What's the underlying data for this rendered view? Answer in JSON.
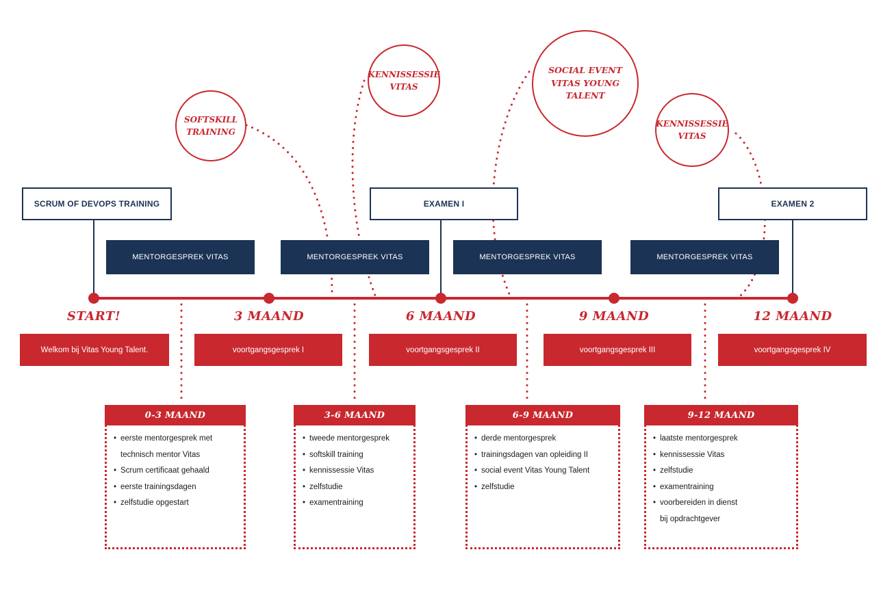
{
  "trainings": {
    "scrum": "SCRUM OF DEVOPS TRAINING",
    "exam1": "EXAMEN I",
    "exam2": "EXAMEN 2"
  },
  "mentor_label": "MENTORGESPREK VITAS",
  "milestones": [
    "START!",
    "3 MAAND",
    "6 MAAND",
    "9 MAAND",
    "12 MAAND"
  ],
  "progress_talks": [
    "Welkom bij Vitas Young Talent.",
    "voortgangsgesprek I",
    "voortgangsgesprek II",
    "voortgangsgesprek III",
    "voortgangsgesprek IV"
  ],
  "events": [
    {
      "line1": "SOFTSKILL",
      "line2": "TRAINING"
    },
    {
      "line1": "KENNISSESSIE",
      "line2": "VITAS"
    },
    {
      "line1": "SOCIAL EVENT",
      "line2": "VITAS YOUNG TALENT"
    },
    {
      "line1": "KENNISSESSIE",
      "line2": "VITAS"
    }
  ],
  "periods": [
    {
      "title": "0-3 MAAND",
      "items": [
        "eerste mentorgesprek met",
        "technisch mentor Vitas",
        "Scrum certificaat gehaald",
        "eerste trainingsdagen",
        "zelfstudie opgestart"
      ]
    },
    {
      "title": "3-6 MAAND",
      "items": [
        "tweede mentorgesprek",
        "softskill training",
        "kennissessie Vitas",
        "zelfstudie",
        "examentraining"
      ]
    },
    {
      "title": "6-9 MAAND",
      "items": [
        "derde mentorgesprek",
        "trainingsdagen van opleiding II",
        "social event Vitas Young Talent",
        "zelfstudie"
      ]
    },
    {
      "title": "9-12 MAAND",
      "items": [
        "laatste mentorgesprek",
        "kennissessie Vitas",
        "zelfstudie",
        "examentraining",
        "voorbereiden in dienst",
        "bij opdrachtgever"
      ]
    }
  ],
  "colors": {
    "red": "#c8282e",
    "navy": "#1b3354"
  }
}
